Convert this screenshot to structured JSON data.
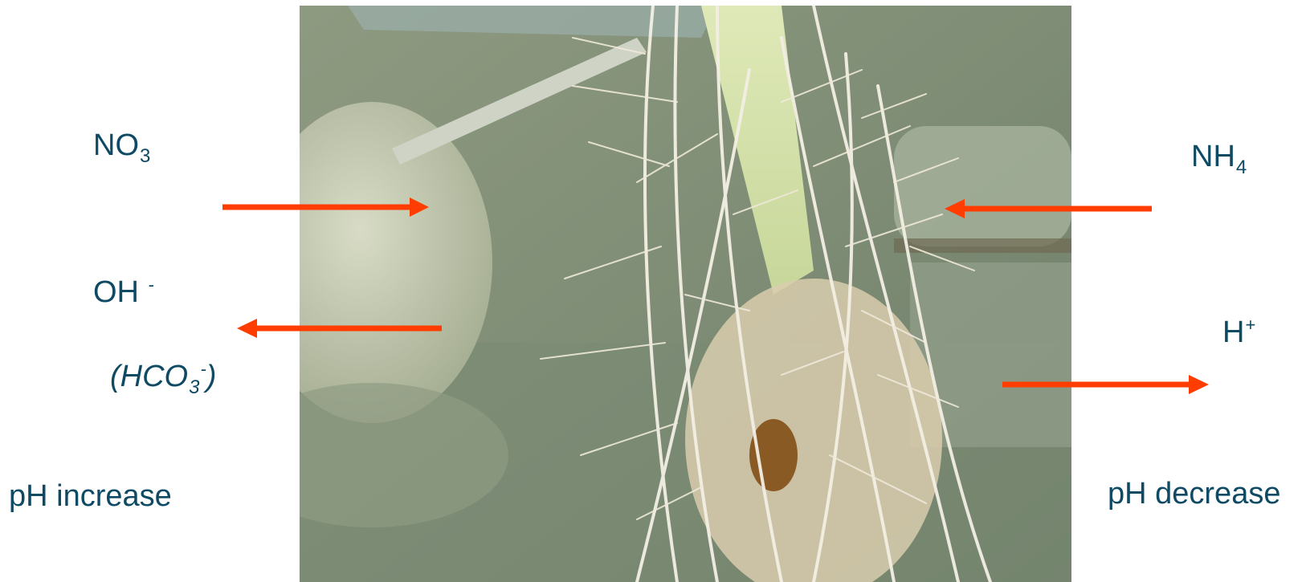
{
  "left": {
    "nitrate": {
      "base": "NO",
      "sub": "3"
    },
    "hydroxide": {
      "base": "OH",
      "sup": "-"
    },
    "bicarbonate": {
      "open": "(HCO",
      "sub": "3",
      "sup": "-",
      "close": ")"
    },
    "ph_label": "pH increase"
  },
  "right": {
    "ammonium": {
      "base": "NH",
      "sub": "4"
    },
    "proton": {
      "base": "H",
      "sup": "+"
    },
    "ph_label": "pH decrease"
  },
  "colors": {
    "arrow": "#ff3d00",
    "text": "#0f4a64"
  },
  "icons": {
    "arrows": "arrow-icon",
    "photo": "plant-roots-photo"
  }
}
